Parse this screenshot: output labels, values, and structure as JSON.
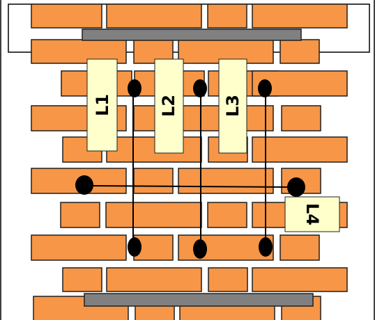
{
  "colors": {
    "brick": "#f79646",
    "mortar_line": "#1f1f1f",
    "bar": "#808080",
    "gauge": "#ffffcc",
    "wire": "#000000",
    "background": "#ffffff"
  },
  "gauges": [
    {
      "id": "l1",
      "label": "L1"
    },
    {
      "id": "l2",
      "label": "L2"
    },
    {
      "id": "l3",
      "label": "L3"
    },
    {
      "id": "l4",
      "label": "L4"
    }
  ]
}
